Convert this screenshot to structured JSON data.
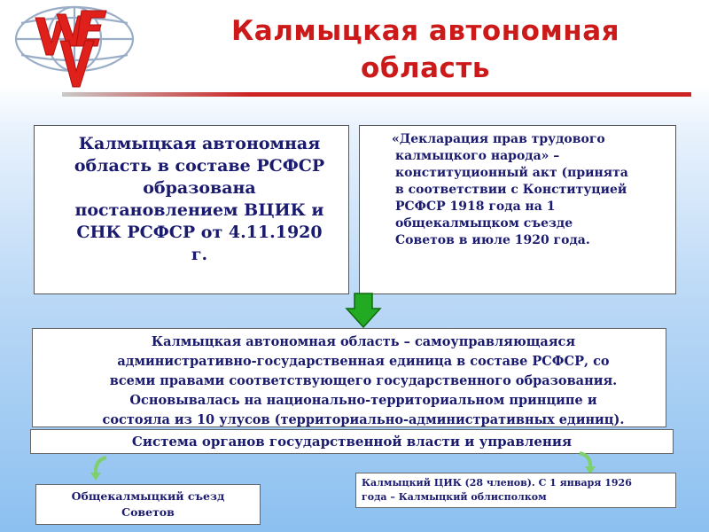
{
  "header": {
    "title_line1": "Калмыцкая автономная",
    "title_line2": "область"
  },
  "boxes": {
    "formation": [
      "Калмыцкая автономная",
      "область в составе РСФСР",
      "образована",
      "постановлением ВЦИК и",
      "СНК РСФСР от 4.11.1920",
      "г."
    ],
    "declaration": [
      "«Декларация прав трудового",
      "калмыцкого народа» –",
      "конституционный акт (принята",
      "в соответствии с Конституцией",
      "РСФСР 1918 года на 1",
      "общекалмыцком съезде",
      "Советов в июле 1920 года."
    ],
    "definition": [
      "Калмыцкая автономная область – самоуправляющаяся",
      "административно-государственная единица в составе РСФСР, со",
      "всеми правами соответствующего государственного образования.",
      "Основывалась на национально-территориальном принципе и",
      "состояла из 10 улусов (территориально-административных единиц)."
    ],
    "system": "Система органов государственной власти и управления",
    "congress": [
      "Общекалмыцкий съезд",
      "Советов"
    ],
    "cik": [
      "Калмыцкий ЦИК (28 членов). С 1 января 1926",
      "года – Калмыцкий облисполком"
    ]
  },
  "colors": {
    "title": "#cc1a1a",
    "text": "#1a1a6e",
    "arrow": "#22aa22",
    "curl_arrow": "#7ecf6e",
    "logo_red": "#e0201a",
    "logo_globe": "#9aaec8"
  },
  "icons": {
    "logo": "globe-logo-icon",
    "down_arrow": "down-arrow-icon",
    "curl_left": "curved-arrow-left-icon",
    "curl_right": "curved-arrow-right-icon"
  }
}
